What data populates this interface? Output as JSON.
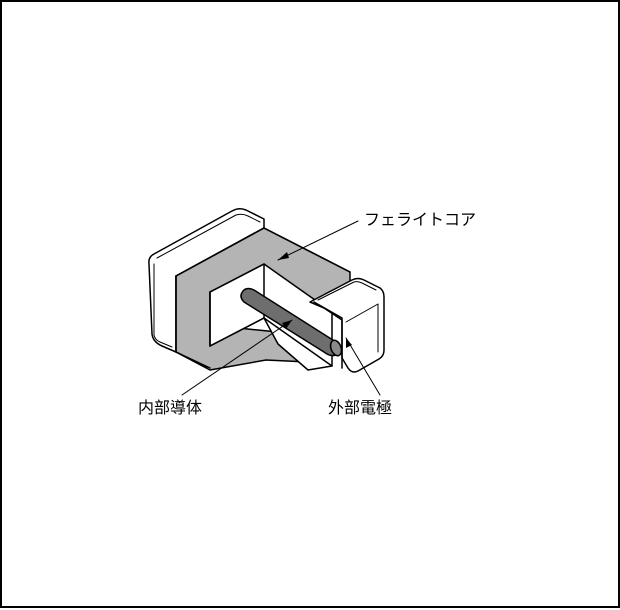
{
  "labels": {
    "ferrite_core": "フェライトコア",
    "inner_conductor": "内部導体",
    "outer_electrode": "外部電極"
  },
  "colors": {
    "outline": "#000000",
    "ferrite_fill": "#b4b4b4",
    "conductor_fill": "#6e6e6e",
    "electrode_fill": "#ffffff",
    "background": "#ffffff"
  }
}
